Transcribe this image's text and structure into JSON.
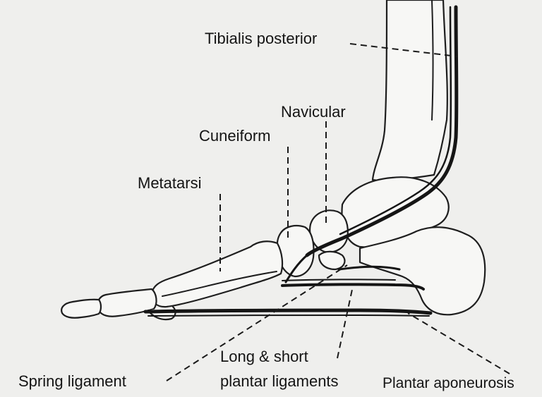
{
  "labels": {
    "tibialis_posterior": "Tibialis posterior",
    "navicular": "Navicular",
    "cuneiform": "Cuneiform",
    "metatarsi": "Metatarsi",
    "spring_ligament": "Spring ligament",
    "long_short_line1": "Long & short",
    "long_short_line2": "plantar ligaments",
    "plantar_aponeurosis": "Plantar aponeurosis"
  },
  "colors": {
    "background": "#efefed",
    "ink": "#1e1e1e",
    "bone_fill": "#f7f7f5"
  }
}
